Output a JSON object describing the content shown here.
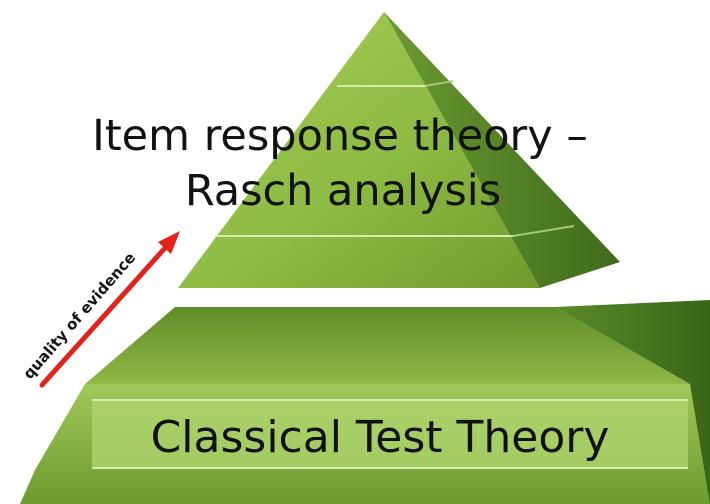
{
  "diagram": {
    "top_label_line1": "Item response theory –",
    "top_label_line2": "Rasch analysis",
    "base_label": "Classical Test Theory",
    "arrow_label": "quality of evidence"
  },
  "colors": {
    "pyramid_front": "#8fb83e",
    "pyramid_side": "#4c7a22",
    "base_top": "#7ea632",
    "base_band": "#9cc453",
    "arrow": "#e3221c"
  }
}
